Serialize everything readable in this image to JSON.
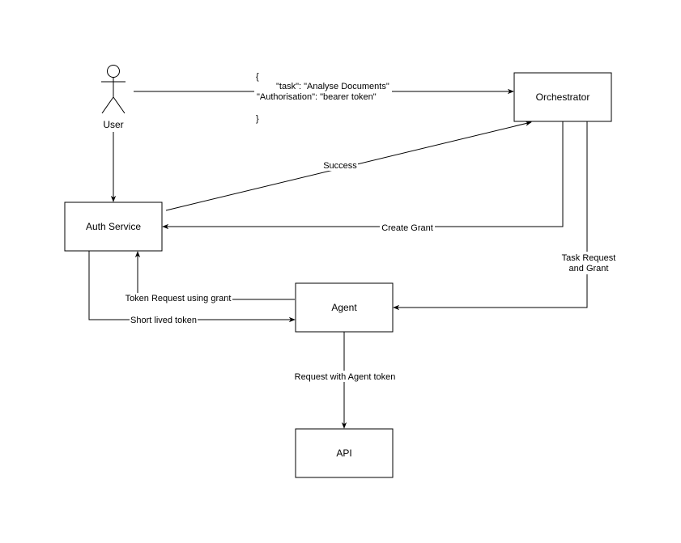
{
  "diagram": {
    "actor": {
      "label": "User"
    },
    "nodes": {
      "orchestrator": "Orchestrator",
      "auth_service": "Auth Service",
      "agent": "Agent",
      "api": "API"
    },
    "edges": {
      "user_to_orchestrator": {
        "line1": "{",
        "line2": "\"task\": \"Analyse Documents\"",
        "line3": "\"Authorisation\": \"bearer token\"",
        "line4": "}"
      },
      "auth_to_orchestrator": "Success",
      "orchestrator_to_auth": "Create Grant",
      "orchestrator_to_agent_line1": "Task Request",
      "orchestrator_to_agent_line2": "and Grant",
      "agent_to_auth": "Token Request using grant",
      "auth_to_agent": "Short lived token",
      "agent_to_api": "Request with Agent token"
    }
  }
}
